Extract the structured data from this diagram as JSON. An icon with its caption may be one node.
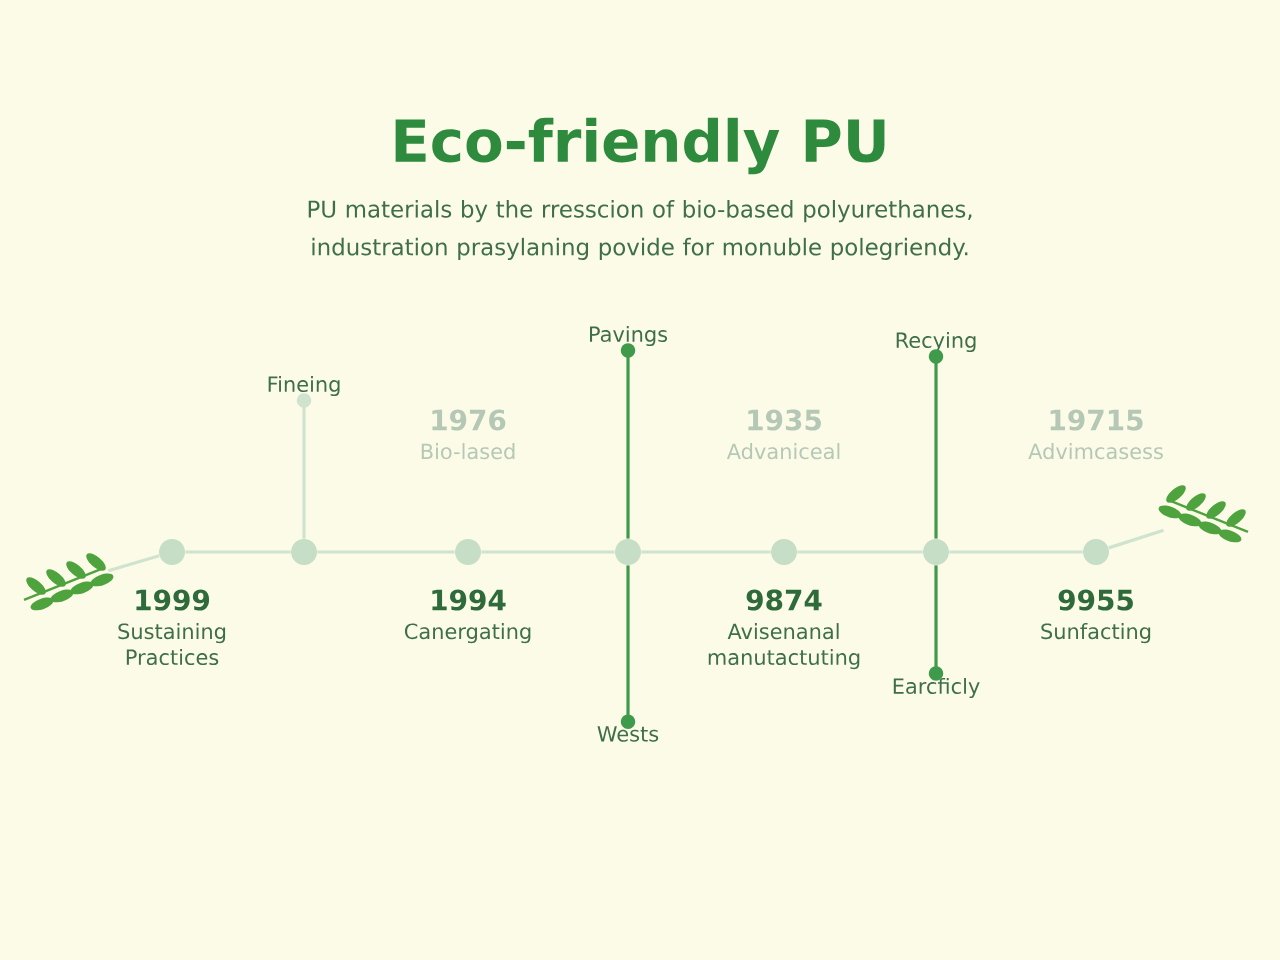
{
  "diagram": {
    "title": "Eco-friendly PU",
    "caption": "PU materials by the rresscion of bio-based polyurethanes, industration prasylaning povide for monuble polegriendy.",
    "nodes": [
      {
        "text": [],
        "shape": "picture"
      },
      {
        "text": [],
        "shape": "circle",
        "beside": [
          "1999",
          "Sustaining Practices"
        ]
      },
      {
        "text": [],
        "shape": "circle"
      },
      {
        "text": [],
        "shape": "circle",
        "beside": [
          "1976",
          "Bio-lased",
          "1994",
          "Canergating"
        ]
      },
      {
        "text": [],
        "shape": "circle"
      },
      {
        "text": [],
        "shape": "circle",
        "beside": [
          "1935",
          "Advaniceal",
          "9874",
          "Avisenanal manutactuting"
        ]
      },
      {
        "text": [],
        "shape": "circle"
      },
      {
        "text": [],
        "shape": "circle",
        "beside": [
          "19715",
          "Advimcasess",
          "9955",
          "Sunfacting"
        ]
      },
      {
        "text": [],
        "shape": "picture"
      },
      {
        "text": [
          "Fineing"
        ]
      },
      {
        "text": [
          "Pavings"
        ]
      },
      {
        "text": [
          "Wests"
        ]
      },
      {
        "text": [
          "Recying"
        ]
      },
      {
        "text": [
          "Earcficly"
        ]
      }
    ],
    "edges": [
      {
        "from": 0,
        "to": 1,
        "arrow": "none"
      },
      {
        "from": 1,
        "to": 2,
        "arrow": "none"
      },
      {
        "from": 2,
        "to": 3,
        "arrow": "none"
      },
      {
        "from": 3,
        "to": 4,
        "arrow": "none"
      },
      {
        "from": 4,
        "to": 5,
        "arrow": "none"
      },
      {
        "from": 5,
        "to": 6,
        "arrow": "none"
      },
      {
        "from": 6,
        "to": 7,
        "arrow": "none"
      },
      {
        "from": 7,
        "to": 8,
        "arrow": "none"
      },
      {
        "from": 2,
        "to": 9,
        "arrow": "other"
      },
      {
        "from": 4,
        "to": 10,
        "arrow": "other",
        "color": "#3f9a4c"
      },
      {
        "from": 4,
        "to": 11,
        "arrow": "other",
        "color": "#3f9a4c"
      },
      {
        "from": 6,
        "to": 12,
        "arrow": "other",
        "color": "#3f9a4c"
      },
      {
        "from": 6,
        "to": 13,
        "arrow": "other",
        "color": "#3f9a4c"
      }
    ]
  }
}
